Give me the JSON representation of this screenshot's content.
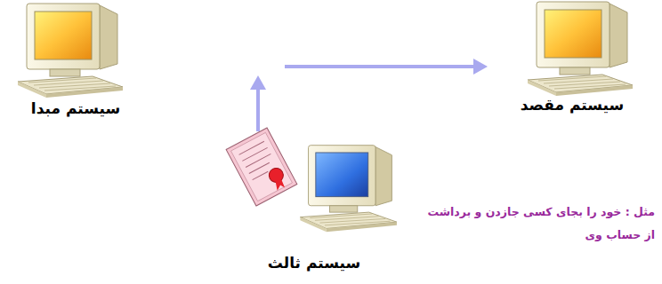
{
  "diagram": {
    "nodes": [
      {
        "text": [
          "سیستم مبدا"
        ]
      },
      {
        "text": [
          "سیستم مقصد"
        ]
      },
      {
        "text": [
          "سیستم ثالث"
        ]
      }
    ],
    "edges": [
      {
        "from": 2,
        "to": 1,
        "arrow": "to"
      }
    ],
    "labels": [
      "مثل : خود را بجای کسی جازدن و برداشت از حساب وی"
    ]
  }
}
